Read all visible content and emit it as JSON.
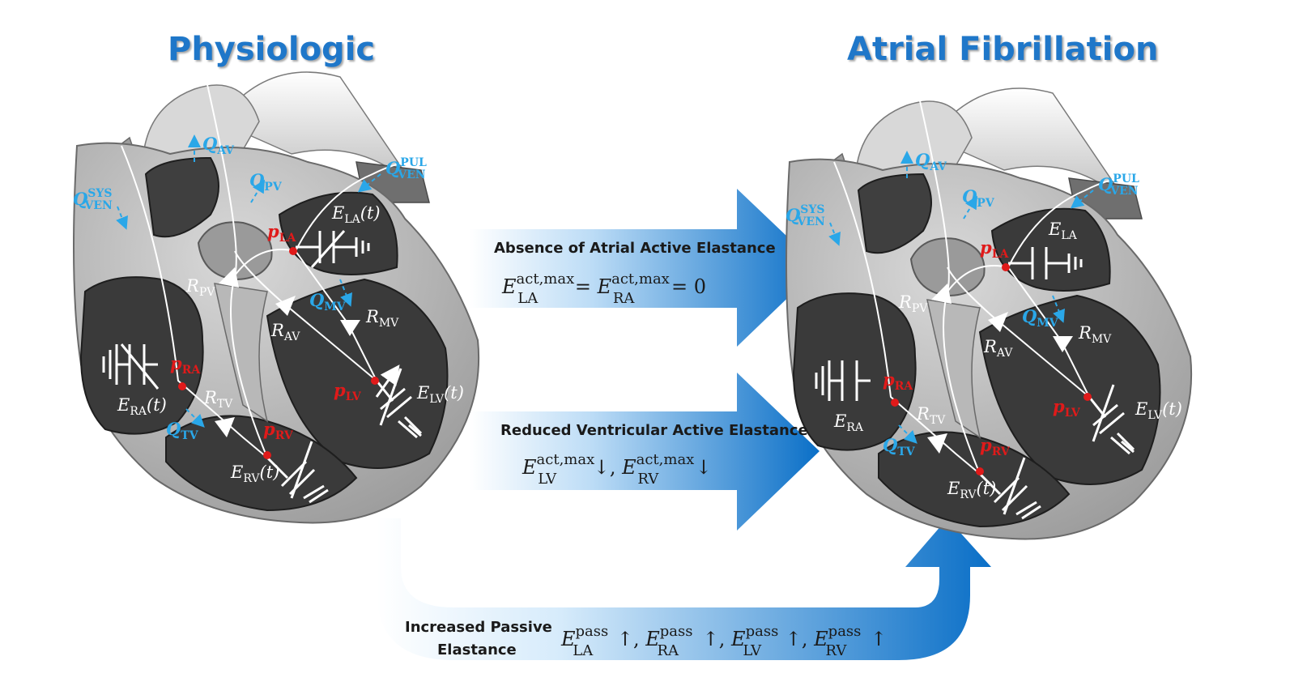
{
  "titles": {
    "left": "Physiologic",
    "right": "Atrial Fibrillation"
  },
  "heart_left": {
    "Q_AV": {
      "main": "Q",
      "sub": "AV"
    },
    "Q_PV": {
      "main": "Q",
      "sub": "PV"
    },
    "Q_VEN_PUL": {
      "main": "Q",
      "sup": "PUL",
      "sub": "VEN"
    },
    "Q_VEN_SYS": {
      "main": "Q",
      "sup": "SYS",
      "sub": "VEN"
    },
    "E_LA": {
      "main": "E",
      "sub": "LA",
      "tail": "(t)"
    },
    "p_LA": {
      "main": "p",
      "sub": "LA"
    },
    "R_PV": {
      "main": "R",
      "sub": "PV"
    },
    "Q_MV": {
      "main": "Q",
      "sub": "MV"
    },
    "R_AV": {
      "main": "R",
      "sub": "AV"
    },
    "R_MV": {
      "main": "R",
      "sub": "MV"
    },
    "p_RA": {
      "main": "p",
      "sub": "RA"
    },
    "E_RA": {
      "main": "E",
      "sub": "RA",
      "tail": "(t)"
    },
    "R_TV": {
      "main": "R",
      "sub": "TV"
    },
    "Q_TV": {
      "main": "Q",
      "sub": "TV"
    },
    "p_LV": {
      "main": "p",
      "sub": "LV"
    },
    "E_LV": {
      "main": "E",
      "sub": "LV",
      "tail": "(t)"
    },
    "p_RV": {
      "main": "p",
      "sub": "RV"
    },
    "E_RV": {
      "main": "E",
      "sub": "RV",
      "tail": "(t)"
    }
  },
  "heart_right": {
    "Q_AV": {
      "main": "Q",
      "sub": "AV"
    },
    "Q_PV": {
      "main": "Q",
      "sub": "PV"
    },
    "Q_VEN_PUL": {
      "main": "Q",
      "sup": "PUL",
      "sub": "VEN"
    },
    "Q_VEN_SYS": {
      "main": "Q",
      "sup": "SYS",
      "sub": "VEN"
    },
    "E_LA": {
      "main": "E",
      "sub": "LA"
    },
    "p_LA": {
      "main": "p",
      "sub": "LA"
    },
    "R_PV": {
      "main": "R",
      "sub": "PV"
    },
    "Q_MV": {
      "main": "Q",
      "sub": "MV"
    },
    "R_AV": {
      "main": "R",
      "sub": "AV"
    },
    "R_MV": {
      "main": "R",
      "sub": "MV"
    },
    "p_RA": {
      "main": "p",
      "sub": "RA"
    },
    "E_RA": {
      "main": "E",
      "sub": "RA"
    },
    "R_TV": {
      "main": "R",
      "sub": "TV"
    },
    "Q_TV": {
      "main": "Q",
      "sub": "TV"
    },
    "p_LV": {
      "main": "p",
      "sub": "LV"
    },
    "E_LV": {
      "main": "E",
      "sub": "LV",
      "tail": "(t)"
    },
    "p_RV": {
      "main": "p",
      "sub": "RV"
    },
    "E_RV": {
      "main": "E",
      "sub": "RV",
      "tail": "(t)"
    }
  },
  "changes": {
    "atrial": {
      "title": "Absence of Atrial Active Elastance",
      "t1_main": "E",
      "t1_sup": "act,max",
      "t1_sub": "LA",
      "op1": " = ",
      "t2_main": "E",
      "t2_sup": "act,max",
      "t2_sub": "RA",
      "op2": " = 0"
    },
    "ventricular": {
      "title": "Reduced Ventricular Active Elastance",
      "t1_main": "E",
      "t1_sup": "act,max",
      "t1_sub": "LV",
      "op1": " ↓, ",
      "t2_main": "E",
      "t2_sup": "act,max",
      "t2_sub": "RV",
      "op2": " ↓"
    },
    "passive": {
      "title_line1": "Increased Passive",
      "title_line2": "Elastance",
      "t1_main": "E",
      "t1_sup": "pass",
      "t1_sub": "LA",
      "op1": " ↑, ",
      "t2_main": "E",
      "t2_sup": "pass",
      "t2_sub": "RA",
      "op2": " ↑, ",
      "t3_main": "E",
      "t3_sup": "pass",
      "t3_sub": "LV",
      "op3": " ↑, ",
      "t4_main": "E",
      "t4_sup": "pass",
      "t4_sub": "RV",
      "op4": " ↑"
    }
  },
  "colors": {
    "title_blue": "#1f77c9",
    "arrow_blue": "#0a6fc7",
    "pressure_red": "#e01a1a",
    "flow_cyan": "#2aa7e8",
    "heart_dark": "#3a3a3a",
    "heart_mid": "#8a8a8a",
    "heart_light": "#c9c9c9"
  }
}
